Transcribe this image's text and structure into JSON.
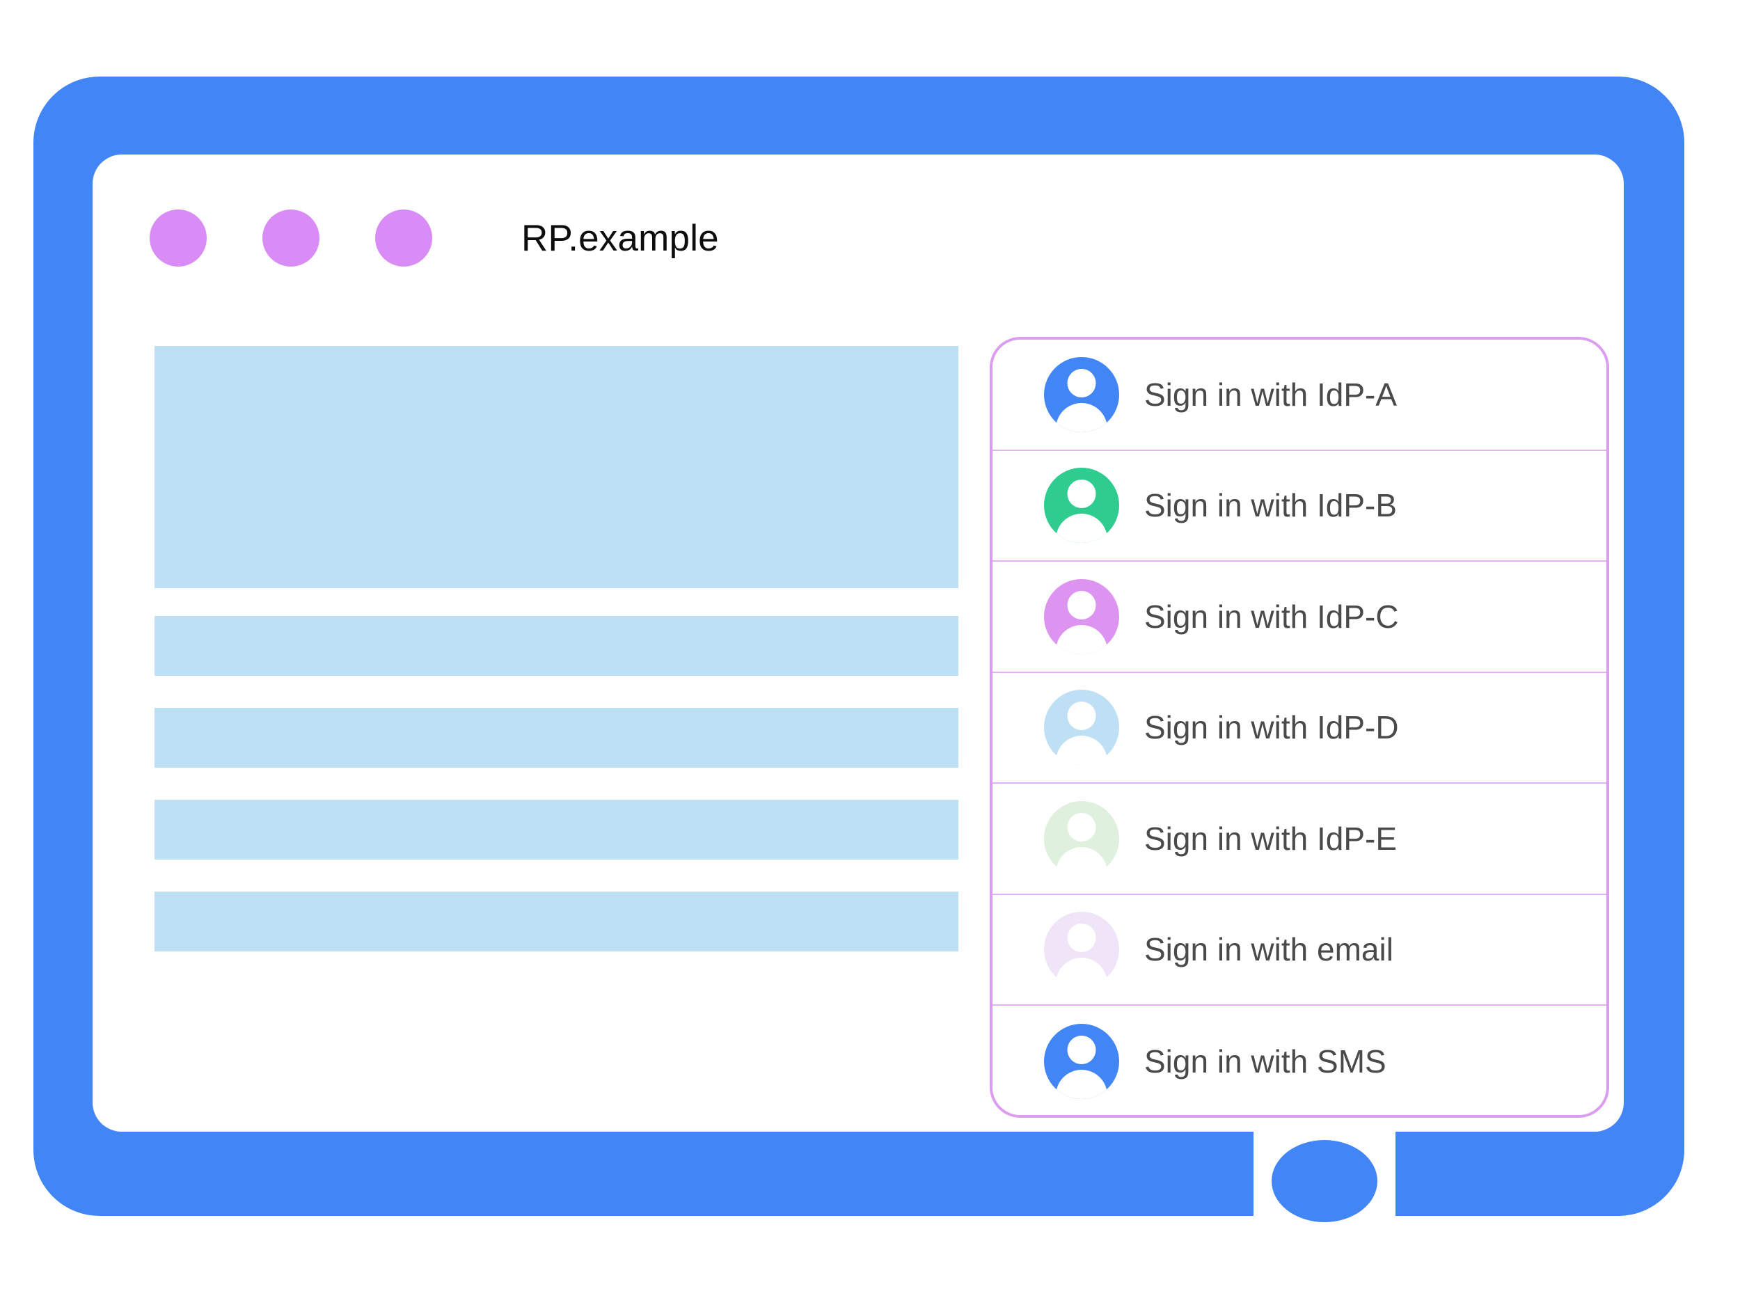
{
  "window": {
    "title": "RP.example",
    "frame_color": "#4285f4",
    "dot_color": "#d98cf5",
    "dots": [
      "window-dot-1",
      "window-dot-2",
      "window-dot-3"
    ],
    "home_button_label": "home-button"
  },
  "content": {
    "skeleton_color": "#bee0f5",
    "blocks": [
      {
        "name": "hero-placeholder",
        "kind": "hero"
      },
      {
        "name": "line-placeholder-1",
        "kind": "line"
      },
      {
        "name": "line-placeholder-2",
        "kind": "line"
      },
      {
        "name": "line-placeholder-3",
        "kind": "line"
      },
      {
        "name": "line-placeholder-4",
        "kind": "line"
      }
    ]
  },
  "account_chooser": {
    "border_color": "#dc9cef",
    "divider_color": "#e5b3f4",
    "label_color": "#4a4a4a",
    "rows": [
      {
        "label": "Sign in with IdP-A",
        "avatar_color": "#4285f4",
        "icon": "person-avatar-icon"
      },
      {
        "label": "Sign in with IdP-B",
        "avatar_color": "#2ecc8f",
        "icon": "person-avatar-icon"
      },
      {
        "label": "Sign in with IdP-C",
        "avatar_color": "#dd93f0",
        "icon": "person-avatar-icon"
      },
      {
        "label": "Sign in with IdP-D",
        "avatar_color": "#bfdff5",
        "icon": "person-avatar-icon"
      },
      {
        "label": "Sign in with IdP-E",
        "avatar_color": "#dff0df",
        "icon": "person-avatar-icon"
      },
      {
        "label": "Sign in with email",
        "avatar_color": "#f0e4f8",
        "icon": "person-avatar-icon"
      },
      {
        "label": "Sign in with SMS",
        "avatar_color": "#4285f4",
        "icon": "person-avatar-icon"
      }
    ]
  }
}
